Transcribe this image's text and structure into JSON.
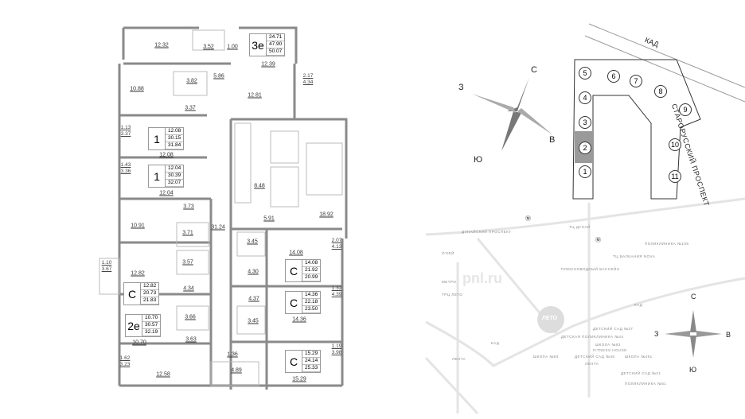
{
  "floorplan": {
    "rooms": [
      "12.32",
      "3.52",
      "1.00",
      "12.39",
      "10.88",
      "3.82",
      "5.86",
      "12.81",
      "3.37",
      "12.08",
      "12.04",
      "8.48",
      "3.73",
      "5.91",
      "18.92",
      "10.91",
      "3.71",
      "31.24",
      "3.45",
      "14.08",
      "4.30",
      "3.57",
      "12.82",
      "4.34",
      "4.37",
      "14.36",
      "3.66",
      "3.45",
      "10.70",
      "3.63",
      "1.36",
      "15.29",
      "12.58",
      "4.89"
    ],
    "balconies": [
      [
        "2.17",
        "4.34"
      ],
      [
        "1.13",
        "3.37"
      ],
      [
        "1.43",
        "3.36"
      ],
      [
        "2.07",
        "4.13"
      ],
      [
        "1.10",
        "3.67"
      ],
      [
        "1.32",
        "4.39"
      ],
      [
        "1.19",
        "3.98"
      ],
      [
        "1.62",
        "3.23"
      ]
    ],
    "apartments": [
      {
        "type": "3е",
        "values": [
          "24.71",
          "47.90",
          "50.07"
        ]
      },
      {
        "type": "1",
        "values": [
          "12.08",
          "30.15",
          "31.84"
        ]
      },
      {
        "type": "1",
        "values": [
          "12.04",
          "30.39",
          "32.07"
        ]
      },
      {
        "type": "С",
        "values": [
          "14.08",
          "21.92",
          "20.99"
        ]
      },
      {
        "type": "С",
        "values": [
          "12.82",
          "20.73",
          "21.83"
        ]
      },
      {
        "type": "С",
        "values": [
          "14.36",
          "22.18",
          "23.50"
        ]
      },
      {
        "type": "2е",
        "values": [
          "10.70",
          "30.57",
          "32.19"
        ]
      },
      {
        "type": "С",
        "values": [
          "15.29",
          "24.14",
          "25.33"
        ]
      }
    ]
  },
  "siteplan": {
    "road": "КАД",
    "avenue": "СТАРОРУССКИЙ ПРОСПЕКТ",
    "buildings": [
      "1",
      "2",
      "3",
      "4",
      "5",
      "6",
      "7",
      "8",
      "9",
      "10",
      "11"
    ],
    "compass": {
      "north": "С",
      "west": "З",
      "east": "В",
      "south": "Ю"
    },
    "highlight_color": "#9a9a9a"
  },
  "map": {
    "labels": [
      "ТЦ ДУНАЙ",
      "ПОЛИКЛИНИКА №108",
      "ТЦ БАЛКАНИЯ NOVA",
      "ДУНАЙСКИЙ ПРОСПЕКТ",
      "О'КЕЙ",
      "МЕТРО",
      "ТРЦ ЛЕТО",
      "ПЛЮСНОВОДНЫЙ БАССЕЙН",
      "КАД",
      "КАД",
      "ДЕТСКИЙ САД №37",
      "ДЕТСКАЯ ПОЛИКЛИНИКА №44",
      "ШКОЛА №93",
      "FITNESS HOUSE",
      "ШКОЛА №93",
      "ДЕТСКИЙ САД №48",
      "ШКОЛА №491",
      "ЛЕНТА",
      "ЛЕНТА",
      "ДЕТСКИЙ САД №21",
      "ПОЛИКЛИНИКА №51"
    ],
    "metro": "Ⓜ",
    "logo": "pnl.ru",
    "mall_logo": "ЛЕТО",
    "compass": {
      "north": "С",
      "west": "З",
      "east": "В",
      "south": "Ю"
    }
  }
}
